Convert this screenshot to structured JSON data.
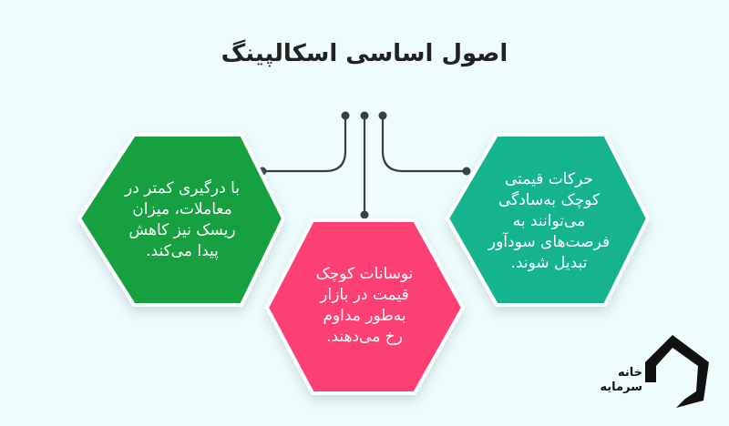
{
  "title": "اصول اساسی اسکالپینگ",
  "colors": {
    "background": "#eefcfd",
    "connector": "#3a3d42",
    "hex_left": "#16a03f",
    "hex_center": "#fd3f73",
    "hex_right": "#14b38f",
    "hex_border": "#ffffff"
  },
  "hexagons": [
    {
      "position": "left",
      "color": "#16a03f",
      "lines": [
        "با درگیری کمتر در",
        "معاملات، میزان",
        "ریسک نیز کاهش",
        "پیدا می‌کند."
      ]
    },
    {
      "position": "center",
      "color": "#fd3f73",
      "lines": [
        "نوسانات کوچک",
        "قیمت در بازار",
        "به‌طور مداوم",
        "رخ می‌دهند."
      ]
    },
    {
      "position": "right",
      "color": "#14b38f",
      "lines": [
        "حرکات قیمتی",
        "کوچک به‌سادگی",
        "می‌توانند به",
        "فرصت‌های سودآور",
        "تبدیل شوند."
      ]
    }
  ],
  "logo": {
    "line1": "خانه",
    "line2": "سرمایه"
  }
}
